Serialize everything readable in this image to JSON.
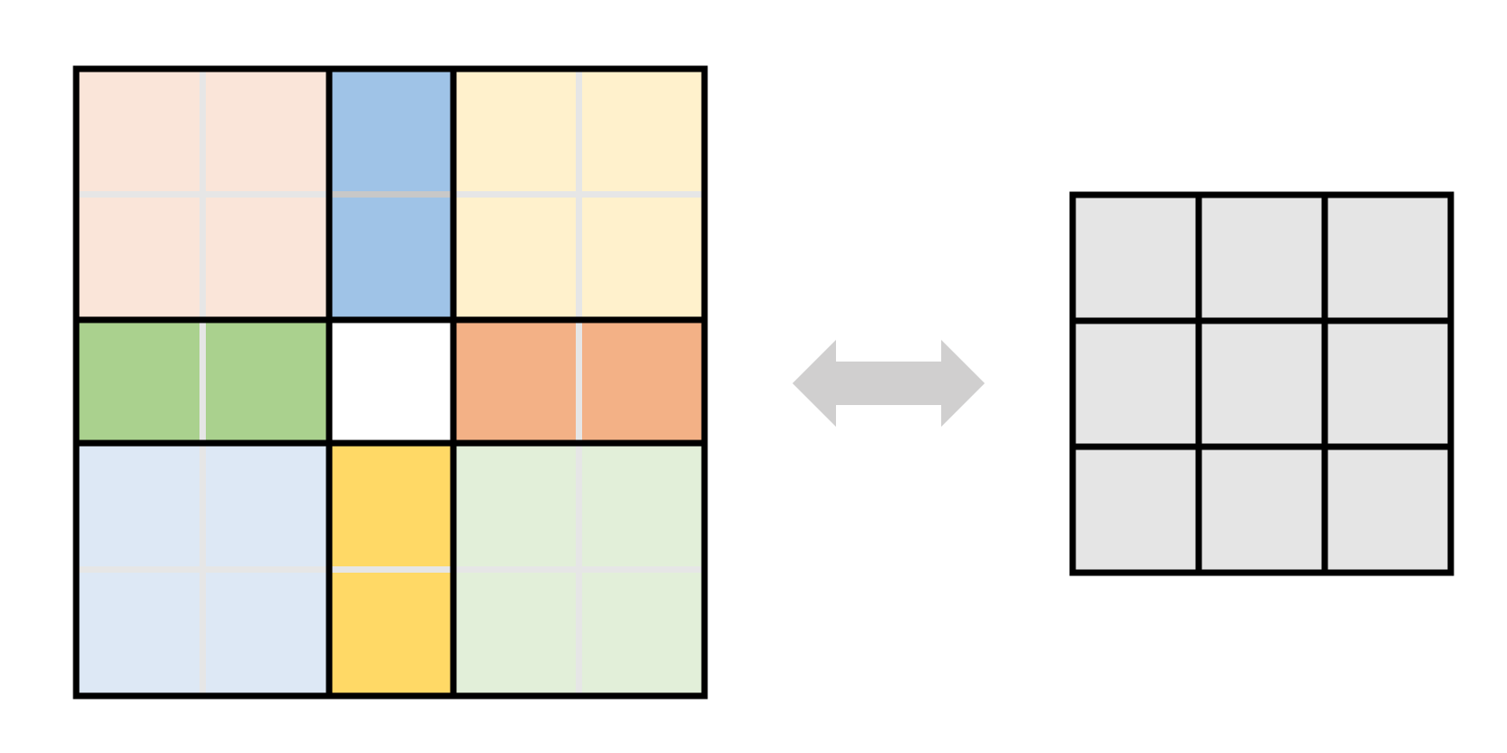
{
  "colors": {
    "background": "#ffffff",
    "border": "#000000",
    "subgrid_line": "#e6e6e6",
    "subgrid_line_blue": "#c8c8c8",
    "arrow": "#d0cfcf"
  },
  "left_grid": {
    "cells": [
      {
        "name": "cell-top-left",
        "fill": "#fae5d9",
        "subdivided": true
      },
      {
        "name": "cell-top-middle",
        "fill": "#9fc3e7",
        "subdivided": true
      },
      {
        "name": "cell-top-right",
        "fill": "#fff1cc",
        "subdivided": true
      },
      {
        "name": "cell-middle-left",
        "fill": "#aad18e",
        "subdivided": true
      },
      {
        "name": "cell-center",
        "fill": "#ffffff",
        "subdivided": false
      },
      {
        "name": "cell-middle-right",
        "fill": "#f3b186",
        "subdivided": true
      },
      {
        "name": "cell-bottom-left",
        "fill": "#dde8f5",
        "subdivided": true
      },
      {
        "name": "cell-bottom-middle",
        "fill": "#ffd966",
        "subdivided": true
      },
      {
        "name": "cell-bottom-right",
        "fill": "#e2efd9",
        "subdivided": true
      }
    ]
  },
  "arrow": {
    "icon": "double-headed-arrow-icon"
  },
  "right_grid": {
    "rows": 3,
    "cols": 3,
    "fill": "#e5e5e5"
  }
}
